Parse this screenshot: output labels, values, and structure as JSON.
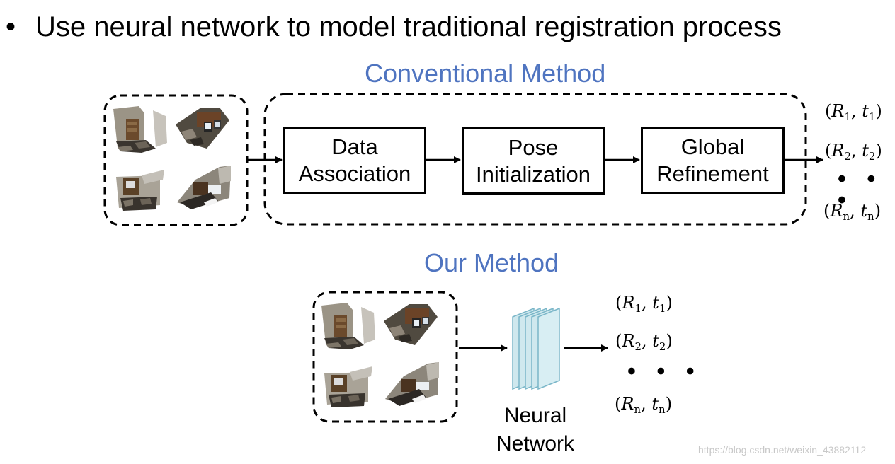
{
  "header": {
    "bullet": "•",
    "text": "Use neural network to model traditional registration process"
  },
  "conventional": {
    "title": "Conventional Method",
    "steps": [
      {
        "line1": "Data",
        "line2": "Association"
      },
      {
        "line1": "Pose",
        "line2": "Initialization"
      },
      {
        "line1": "Global",
        "line2": "Refinement"
      }
    ]
  },
  "ours": {
    "title": "Our Method",
    "network_label_line1": "Neural",
    "network_label_line2": "Network"
  },
  "outputs": {
    "ellipsis": "• • •",
    "items": [
      {
        "R": "R",
        "r_sub": "1",
        "t": "t",
        "t_sub": "1"
      },
      {
        "R": "R",
        "r_sub": "2",
        "t": "t",
        "t_sub": "2"
      },
      {
        "R": "R",
        "r_sub": "n",
        "t": "t",
        "t_sub": "n"
      }
    ]
  },
  "watermark": "https://blog.csdn.net/weixin_43882112",
  "colors": {
    "section_title": "#4f74c0",
    "network_fill": "#cfe8ee",
    "network_stroke": "#7ab6c8"
  }
}
